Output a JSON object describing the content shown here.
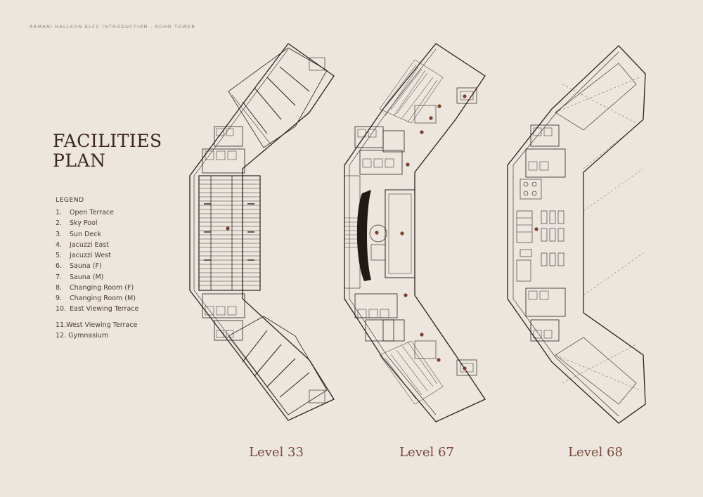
{
  "header": {
    "text": "ARMANI HALLSON KLCC INTRODUCTION - SOHO TOWER"
  },
  "title": {
    "line1": "FACILITIES",
    "line2": "PLAN"
  },
  "legend": {
    "heading": "LEGEND",
    "items": [
      {
        "num": "1.",
        "label": "Open Terrace"
      },
      {
        "num": "2.",
        "label": "Sky Pool"
      },
      {
        "num": "3.",
        "label": "Sun Deck"
      },
      {
        "num": "4.",
        "label": "Jacuzzi East"
      },
      {
        "num": "5.",
        "label": "Jacuzzi West"
      },
      {
        "num": "6.",
        "label": "Sauna (F)"
      },
      {
        "num": "7.",
        "label": "Sauna (M)"
      },
      {
        "num": "8.",
        "label": "Changing Room (F)"
      },
      {
        "num": "9.",
        "label": "Changing Room (M)"
      },
      {
        "num": "10.",
        "label": "East Viewing Terrace"
      }
    ],
    "items2": [
      {
        "label": "11.West Viewing Terrace"
      },
      {
        "label": "12. Gymnasium"
      }
    ]
  },
  "levels": [
    {
      "label": "Level 33"
    },
    {
      "label": "Level 67"
    },
    {
      "label": "Level 68"
    }
  ],
  "colors": {
    "background": "#ece6df",
    "line": "#2b211d",
    "marker": "#7a3e2c",
    "level_text": "#7a4a3a"
  }
}
